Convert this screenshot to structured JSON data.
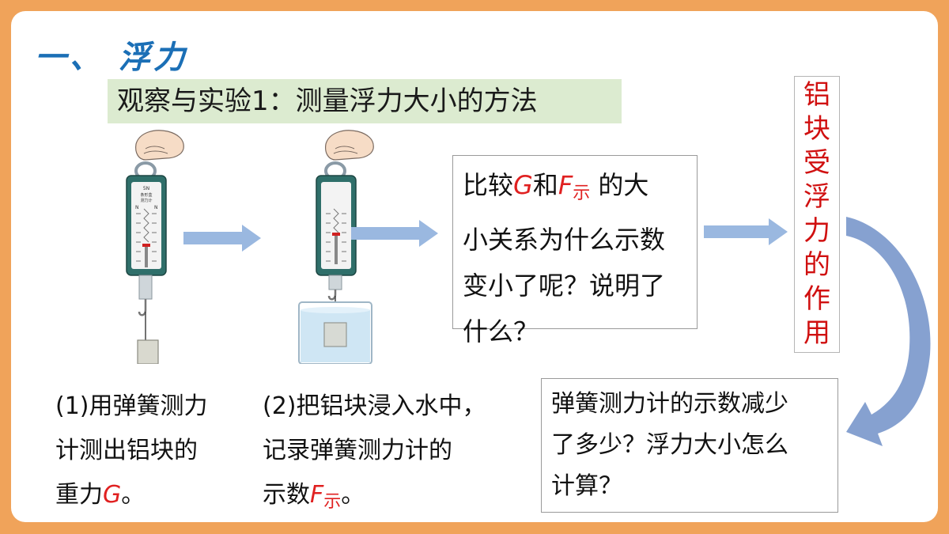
{
  "section_title": "一、 浮力",
  "subtitle": "观察与实验1：测量浮力大小的方法",
  "question_box": {
    "part1": "比较",
    "var_g": "G",
    "part2": "和",
    "var_f": "F",
    "var_f_sub": "示",
    "part3": "的大",
    "line2": "小关系为什么示数",
    "line3": "变小了呢？说明了",
    "line4": "什么？"
  },
  "vertical_chars": [
    "铝",
    "块",
    "受",
    "浮",
    "力",
    "的",
    "作",
    "用"
  ],
  "caption1": {
    "line1": "(1)用弹簧测力",
    "line2": "计测出铝块的",
    "line3_pre": "重力",
    "var_g": "G",
    "line3_post": "。"
  },
  "caption2": {
    "line1": "(2)把铝块浸入水中，",
    "line2": "记录弹簧测力计的",
    "line3_pre": "示数",
    "var_f": "F",
    "var_f_sub": "示",
    "line3_post": "。"
  },
  "bottom_box": {
    "line1": "弹簧测力计的示数减少",
    "line2": "了多少？浮力大小怎么",
    "line3": "计算？"
  },
  "scale_label": {
    "top": "5N",
    "line2": "条形盒",
    "line3": "测力计",
    "left_n": "N",
    "right_n": "N"
  },
  "colors": {
    "border": "#f0a35a",
    "title_blue": "#1b6fb6",
    "highlight_green": "#dcebd0",
    "variable_red": "#e02020",
    "arrow_blue": "#9ab8e0",
    "curved_arrow": "#7f9ccd"
  }
}
